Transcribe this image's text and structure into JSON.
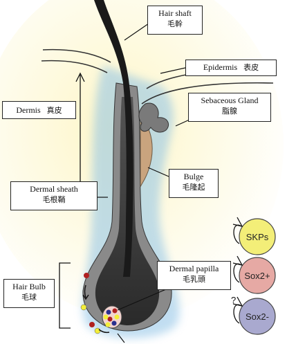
{
  "labels": {
    "hair_shaft": {
      "en": "Hair shaft",
      "zh": "毛幹"
    },
    "epidermis": {
      "en": "Epidermis",
      "zh": "表皮"
    },
    "sebaceous_gland": {
      "en": "Sebaceous Gland",
      "zh": "脂腺"
    },
    "dermis": {
      "en": "Dermis",
      "zh": "真皮"
    },
    "bulge": {
      "en": "Bulge",
      "zh": "毛隆起"
    },
    "dermal_sheath": {
      "en": "Dermal sheath",
      "zh": "毛根鞘"
    },
    "hair_bulb": {
      "en": "Hair Bulb",
      "zh": "毛球"
    },
    "dermal_papilla": {
      "en": "Dermal papilla",
      "zh": "毛乳頭"
    }
  },
  "cell_types": [
    {
      "label": "SKPs",
      "color": "#f3ee78"
    },
    {
      "label": "Sox2+",
      "color": "#e6a9a4"
    },
    {
      "label": "Sox2-",
      "color": "#a9a9cf"
    }
  ],
  "uncertain_mark": "?",
  "colors": {
    "background_gradient": "#fdf6c8",
    "sheath_glow": "#8fc3e6",
    "follicle": "#3a3a3a",
    "shaft": "#1a1a1a",
    "bulge": "#c9a47e"
  }
}
